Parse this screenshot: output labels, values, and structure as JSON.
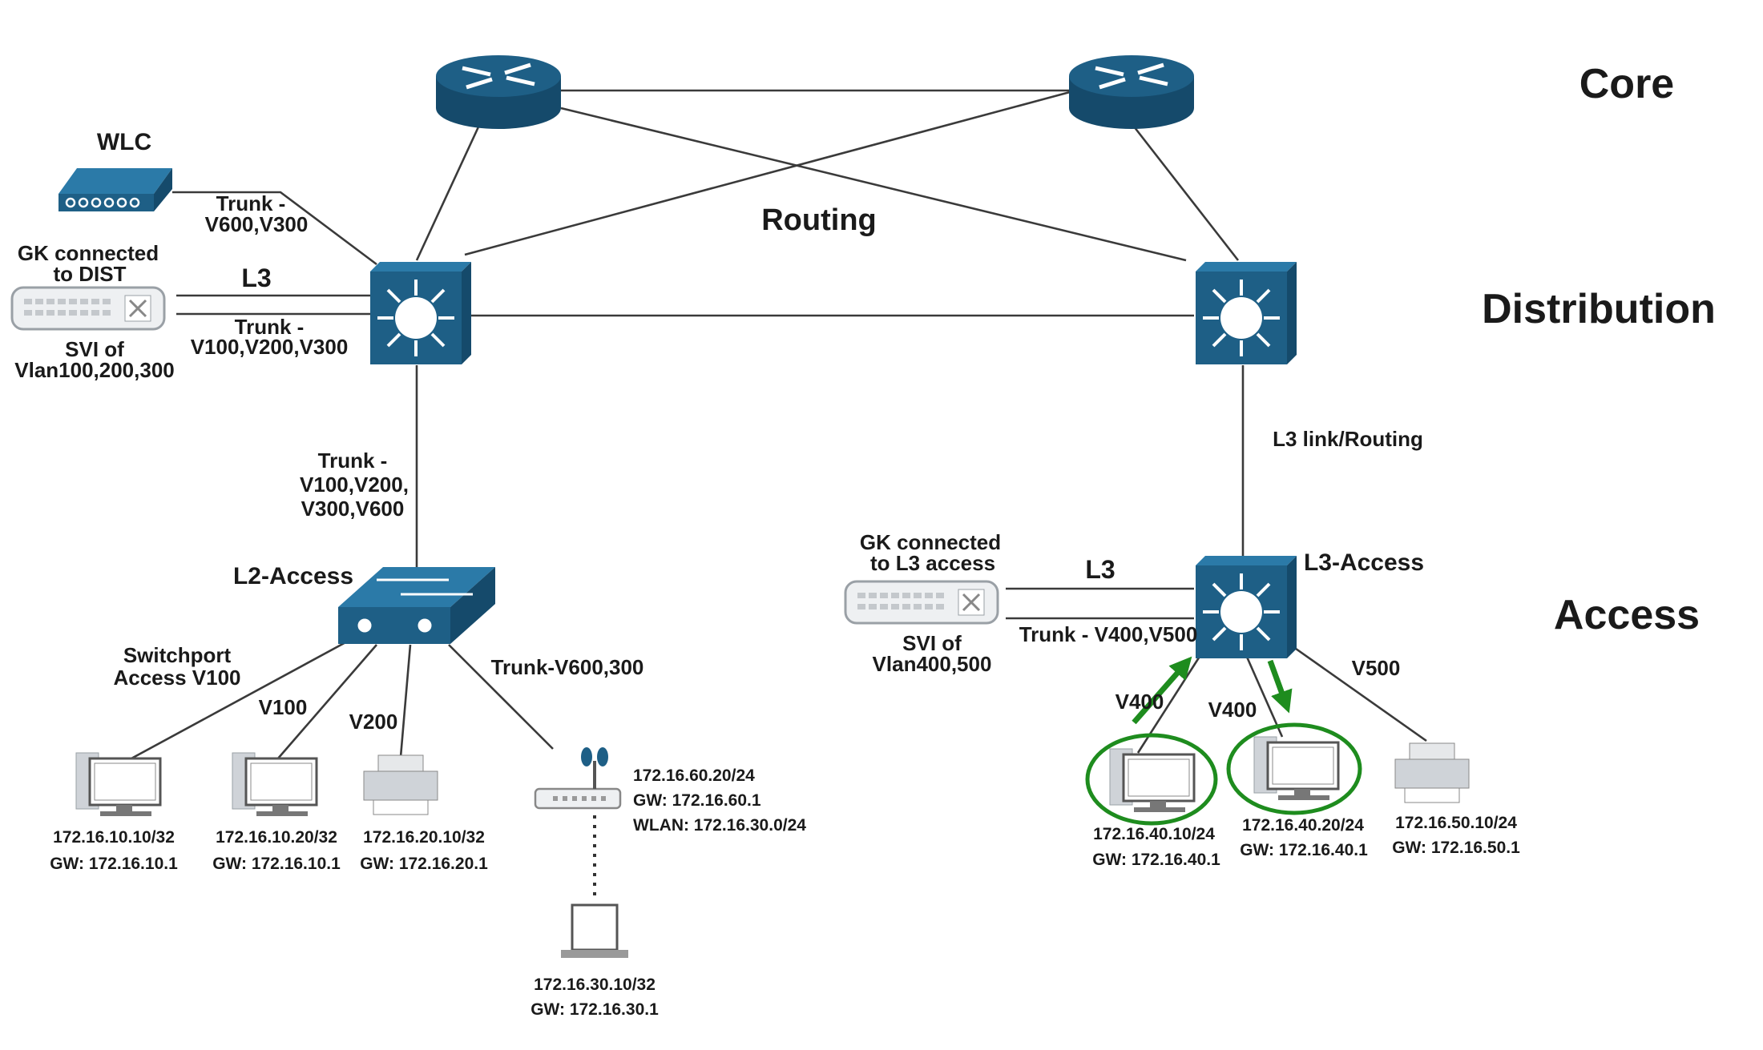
{
  "tiers": {
    "core": "Core",
    "distribution": "Distribution",
    "access": "Access"
  },
  "center_label": "Routing",
  "wlc": {
    "label": "WLC"
  },
  "dist_left": {
    "gk_label": [
      "GK connected",
      "to DIST"
    ],
    "svi_label": [
      "SVI of",
      "Vlan100,200,300"
    ],
    "l3_label": "L3",
    "trunk_gk": [
      "Trunk -",
      "V100,V200,V300"
    ],
    "trunk_wlc": [
      "Trunk -",
      "V600,V300"
    ]
  },
  "dist_to_access_left": [
    "Trunk -",
    "V100,V200,",
    "V300,V600"
  ],
  "dist_to_access_right": "L3 link/Routing",
  "l2_access": {
    "label": "L2-Access",
    "port_labels": {
      "access": [
        "Switchport",
        "Access V100"
      ],
      "v100": "V100",
      "v200": "V200",
      "trunk": "Trunk-V600,300"
    }
  },
  "l3_access": {
    "label": "L3-Access",
    "gk_label": [
      "GK connected",
      "to L3 access"
    ],
    "svi_label": [
      "SVI of",
      "Vlan400,500"
    ],
    "l3_label": "L3",
    "trunk": "Trunk - V400,V500",
    "port_labels": {
      "p1": "V400",
      "p2": "V400",
      "p3": "V500"
    }
  },
  "hosts_left": [
    {
      "ip": "172.16.10.10/32",
      "gw": "GW: 172.16.10.1"
    },
    {
      "ip": "172.16.10.20/32",
      "gw": "GW: 172.16.10.1"
    },
    {
      "ip": "172.16.20.10/32",
      "gw": "GW: 172.16.20.1"
    }
  ],
  "ap": {
    "ip": "172.16.60.20/24",
    "gw": "GW: 172.16.60.1",
    "wlan": "WLAN: 172.16.30.0/24"
  },
  "laptop": {
    "ip": "172.16.30.10/32",
    "gw": "GW: 172.16.30.1"
  },
  "hosts_right": [
    {
      "ip": "172.16.40.10/24",
      "gw": "GW: 172.16.40.1"
    },
    {
      "ip": "172.16.40.20/24",
      "gw": "GW: 172.16.40.1"
    },
    {
      "ip": "172.16.50.10/24",
      "gw": "GW: 172.16.50.1"
    }
  ],
  "colors": {
    "device": "#1e5f86",
    "device_dark": "#154a6b",
    "highlight": "#1e8c1e",
    "link": "#3a3a3a"
  }
}
